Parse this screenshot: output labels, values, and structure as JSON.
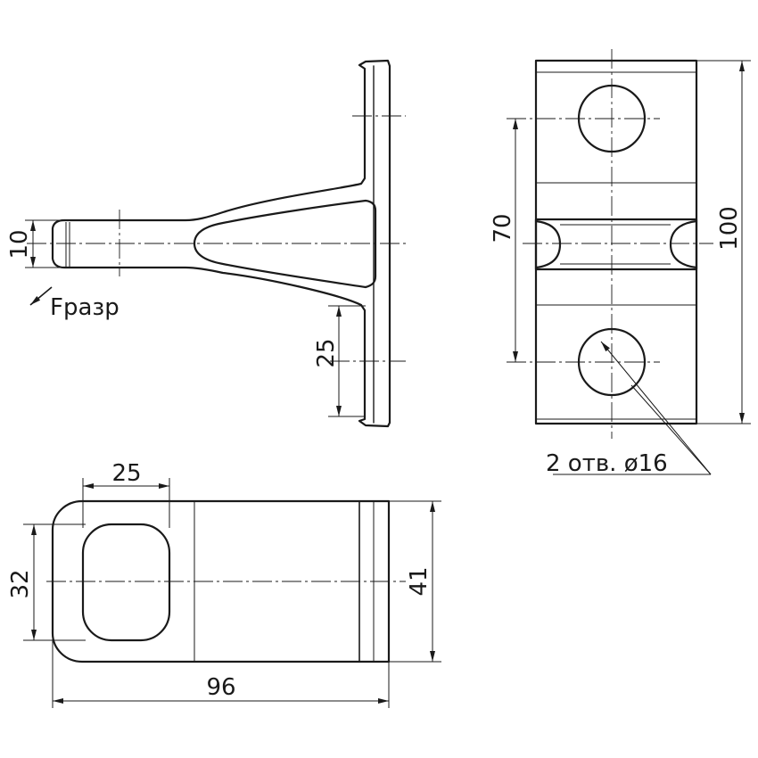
{
  "side_view": {
    "dim_shank": "10",
    "dim_flange_gap": "25",
    "force_label": "Fразр"
  },
  "front_view": {
    "dim_hole_spacing": "70",
    "dim_height": "100",
    "holes_note": "2 отв. ø16"
  },
  "top_view": {
    "dim_window_width": "25",
    "dim_window_height": "32",
    "dim_height": "41",
    "dim_length": "96"
  }
}
